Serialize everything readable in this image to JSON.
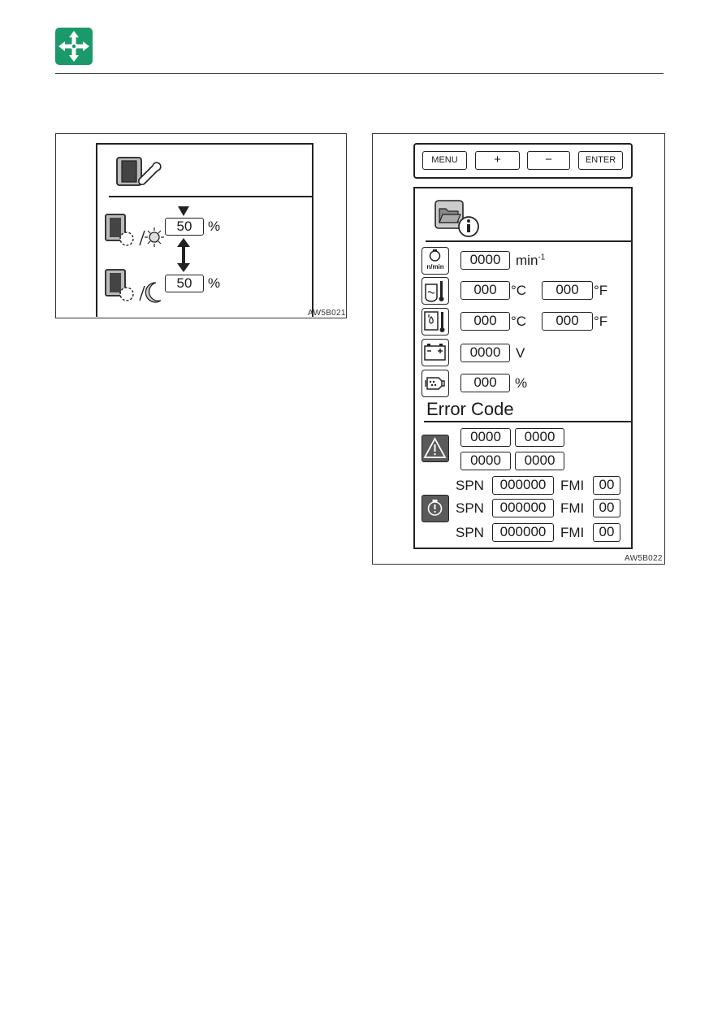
{
  "header": {
    "logo_icon": "four-way-arrows-icon",
    "logo_color": "#1a9a6a"
  },
  "figure_left": {
    "label": "AW5B021",
    "day_value": "50",
    "day_unit": "%",
    "night_value": "50",
    "night_unit": "%"
  },
  "figure_right": {
    "label": "AW5B022",
    "buttons": {
      "menu": "MENU",
      "plus": "+",
      "minus": "−",
      "enter": "ENTER"
    },
    "rpm": {
      "icon_text": "n/min",
      "value": "0000",
      "unit": "min",
      "unit_sup": "-1"
    },
    "coolant": {
      "value_c": "000",
      "unit_c": "°C",
      "value_f": "000",
      "unit_f": "°F"
    },
    "fuel": {
      "value_c": "000",
      "unit_c": "°C",
      "value_f": "000",
      "unit_f": "°F"
    },
    "battery": {
      "value": "0000",
      "unit": "V"
    },
    "load": {
      "value": "000",
      "unit": "%"
    },
    "error_title": "Error Code",
    "warning_codes": [
      "0000",
      "0000",
      "0000",
      "0000"
    ],
    "spn_label": "SPN",
    "fmi_label": "FMI",
    "spn_rows": [
      {
        "spn": "000000",
        "fmi": "00"
      },
      {
        "spn": "000000",
        "fmi": "00"
      },
      {
        "spn": "000000",
        "fmi": "00"
      }
    ]
  }
}
